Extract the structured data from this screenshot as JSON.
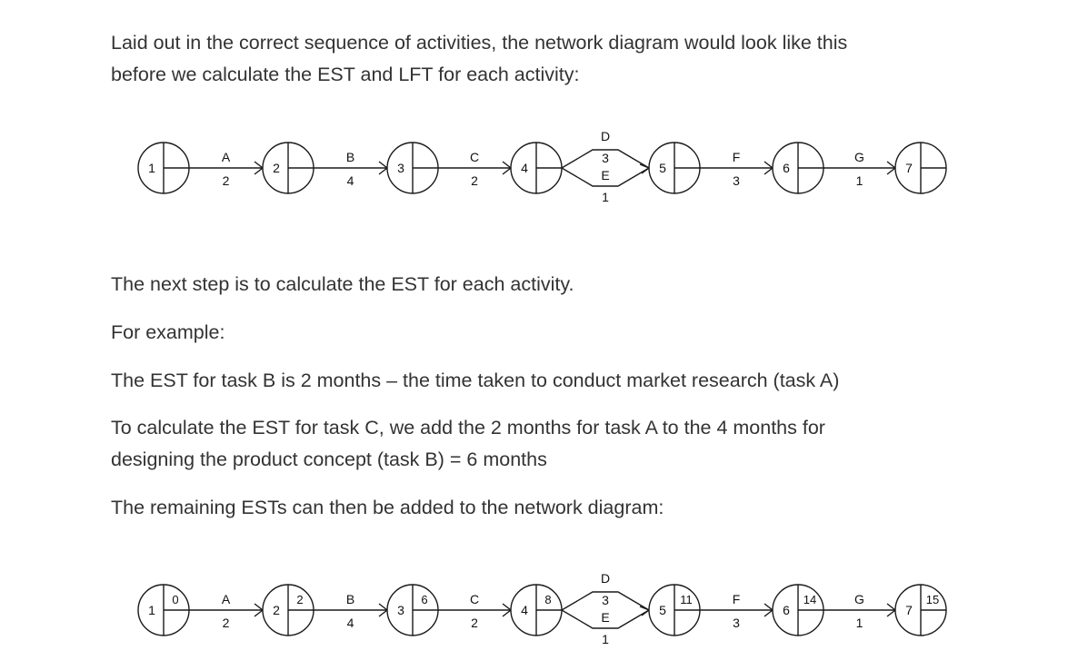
{
  "intro": {
    "line1": "Laid out in the correct sequence of activities, the network diagram would look like this",
    "line2": "before we calculate the EST and LFT for each activity:"
  },
  "body": {
    "next_step": "The next step is to calculate the EST for each activity.",
    "for_example": "For example:",
    "est_b": "The EST for task B is 2 months – the time taken to conduct market research (task A)",
    "est_c_line1": "To calculate the EST for task C, we add the 2 months for task A to the 4 months for",
    "est_c_line2": "designing the product concept (task B) = 6 months",
    "remaining": "The remaining ESTs can then be added to the network diagram:"
  },
  "diagram": {
    "nodes": [
      {
        "id": "1",
        "est": "0"
      },
      {
        "id": "2",
        "est": "2"
      },
      {
        "id": "3",
        "est": "6"
      },
      {
        "id": "4",
        "est": "8"
      },
      {
        "id": "5",
        "est": "11"
      },
      {
        "id": "6",
        "est": "14"
      },
      {
        "id": "7",
        "est": "15"
      }
    ],
    "activities": [
      {
        "from": "1",
        "to": "2",
        "label": "A",
        "duration": "2"
      },
      {
        "from": "2",
        "to": "3",
        "label": "B",
        "duration": "4"
      },
      {
        "from": "3",
        "to": "4",
        "label": "C",
        "duration": "2"
      },
      {
        "from": "4",
        "to": "5",
        "label": "D",
        "duration": "3"
      },
      {
        "from": "4",
        "to": "5",
        "label": "E",
        "duration": "1"
      },
      {
        "from": "5",
        "to": "6",
        "label": "F",
        "duration": "3"
      },
      {
        "from": "6",
        "to": "7",
        "label": "G",
        "duration": "1"
      }
    ]
  }
}
